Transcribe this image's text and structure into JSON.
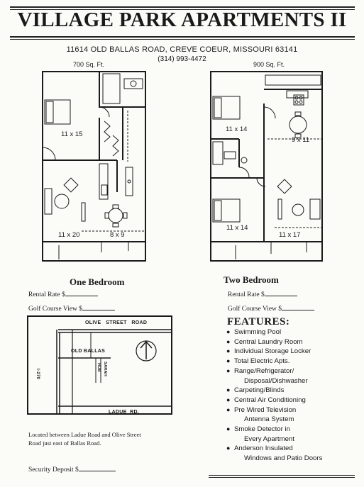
{
  "header": {
    "title": "VILLAGE PARK APARTMENTS II",
    "address": "11614 OLD BALLAS ROAD, CREVE COEUR, MISSOURI 63141",
    "phone": "(314) 993-4472"
  },
  "plans": {
    "one_bedroom": {
      "size": "700 Sq. Ft.",
      "heading": "One Bedroom",
      "rooms": [
        "11 x 15",
        "11 x 20",
        "8 x 9"
      ],
      "rental_rate": "Rental Rate $",
      "golf_view": "Golf Course View $"
    },
    "two_bedroom": {
      "size": "900 Sq. Ft.",
      "heading": "Two Bedroom",
      "rooms": [
        "11 x 14",
        "9 x 11",
        "11 x 14",
        "11 x 17"
      ],
      "rental_rate": "Rental Rate $",
      "golf_view": "Golf Course View $"
    }
  },
  "map": {
    "streets": {
      "olive": "OLIVE   STREET   ROAD",
      "old_ballas": "OLD BALLAS",
      "i270": "I-270",
      "ladue": "LADUE  RD.",
      "hub": "HUB",
      "sarah": "SARAH"
    },
    "caption_line1": "Located between Ladue Road and Olive Street",
    "caption_line2": "Road just east of Ballas Road."
  },
  "features": {
    "title": "FEATURES:",
    "items": [
      {
        "text": "Swimming Pool",
        "bullet": true
      },
      {
        "text": "Central Laundry Room",
        "bullet": true
      },
      {
        "text": "Individual Storage Locker",
        "bullet": true
      },
      {
        "text": "Total Electric Apts.",
        "bullet": true
      },
      {
        "text": "Range/Refrigerator/",
        "bullet": true
      },
      {
        "text": "Disposal/Dishwasher",
        "bullet": false
      },
      {
        "text": "Carpeting/Blinds",
        "bullet": true
      },
      {
        "text": "Central Air Conditioning",
        "bullet": true
      },
      {
        "text": "Pre Wired Television",
        "bullet": true
      },
      {
        "text": "Antenna System",
        "bullet": false
      },
      {
        "text": "Smoke Detector in",
        "bullet": true
      },
      {
        "text": "Every Apartment",
        "bullet": false
      },
      {
        "text": "Anderson Insulated",
        "bullet": true
      },
      {
        "text": "Windows and Patio Doors",
        "bullet": false
      }
    ]
  },
  "footer": {
    "security_deposit": "Security Deposit $"
  }
}
